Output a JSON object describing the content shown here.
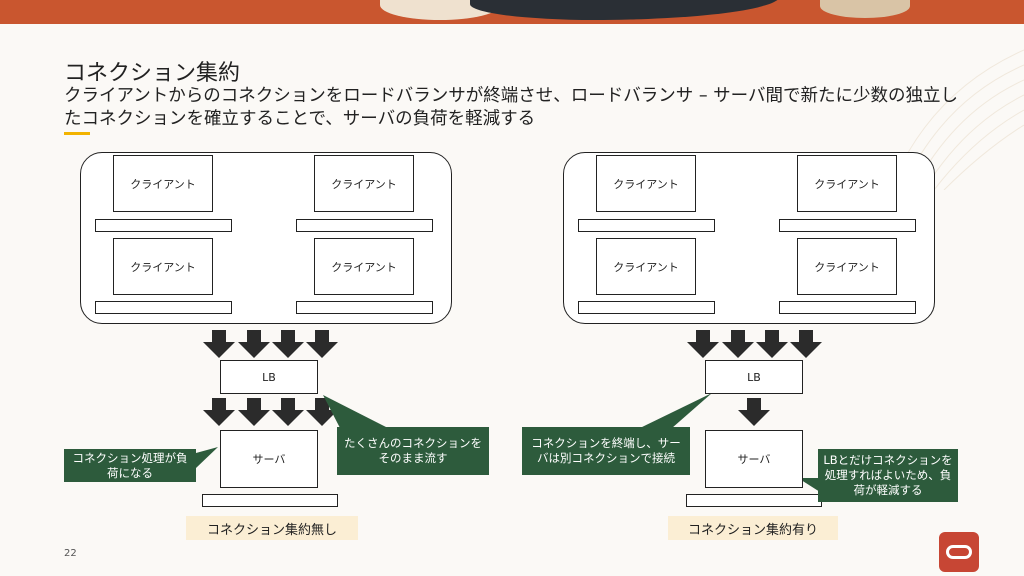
{
  "title": "コネクション集約",
  "subtitle": "クライアントからのコネクションをロードバランサが終端させ、ロードバランサ – サーバ間で新たに少数の独立したコネクションを確立することで、サーバの負荷を軽減する",
  "page_number": "22",
  "left": {
    "clients": [
      "クライアント",
      "クライアント",
      "クライアント",
      "クライアント"
    ],
    "lb": "LB",
    "server": "サーバ",
    "callout_server": "コネクション処理が負荷になる",
    "callout_lb": "たくさんのコネクションをそのまま流す",
    "caption": "コネクション集約無し"
  },
  "right": {
    "clients": [
      "クライアント",
      "クライアント",
      "クライアント",
      "クライアント"
    ],
    "lb": "LB",
    "server": "サーバ",
    "callout_lb": "コネクションを終端し、サーバは別コネクションで接続",
    "callout_server": "LBとだけコネクションを処理すればよいため、負荷が軽減する",
    "caption": "コネクション集約有り"
  },
  "colors": {
    "accent_banner": "#c9562f",
    "callout_green": "#2d5b3c",
    "caption_bg": "#fbeed4",
    "logo_red": "#c74634",
    "underline_yellow": "#f2b300"
  },
  "icons": [
    "down-arrow-icon",
    "oracle-logo-icon"
  ]
}
